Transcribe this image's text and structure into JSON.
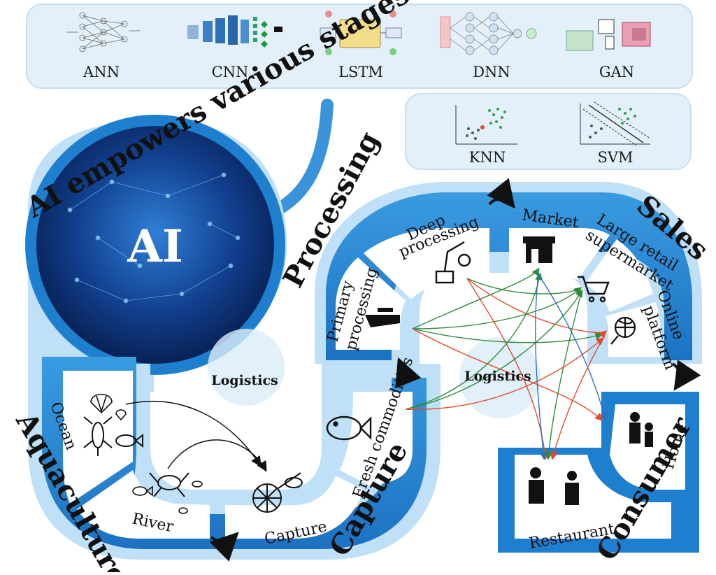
{
  "models_top": [
    "ANN",
    "CNN",
    "LSTM",
    "DNN",
    "GAN"
  ],
  "models_side": [
    "KNN",
    "SVM"
  ],
  "ai_badge": "AI",
  "headline": "AI empowers various stages",
  "stages": {
    "aquaculture": "Aquaculture",
    "capture": "Capture",
    "processing": "Processing",
    "sales": "Sales",
    "consumer": "Consumer"
  },
  "segments": {
    "ocean": "Ocean",
    "river": "River",
    "capture": "Capture",
    "fresh": "Fresh commodities",
    "primary_1": "Primary",
    "primary_2": "processing",
    "deep_1": "Deep",
    "deep_2": "processing",
    "market": "Market",
    "large_1": "Large retail",
    "large_2": "supermarket",
    "online_1": "Online",
    "online_2": "platform",
    "home": "Home",
    "restaurant": "Restaurant"
  },
  "logistics": [
    "Logistics",
    "Logistics"
  ],
  "colors": {
    "panel": "#e3f0fa",
    "band_dark": "#1f7fcf",
    "band_mid": "#3a9be0",
    "band_light": "#bfe0f6",
    "ring_white": "#ffffff",
    "arrow_blue": "#3b93d9",
    "line_green": "#2e8b3a",
    "line_red": "#e24a2a",
    "line_blue": "#2f6fc0"
  },
  "icons": [
    "scallop-icon",
    "lobster-icon",
    "fish-icon",
    "crab-icon",
    "net-icon",
    "fish-outline-icon",
    "knife-icon",
    "robot-arm-icon",
    "store-icon",
    "cart-icon",
    "globe-icon",
    "family-icon",
    "chef-icon"
  ]
}
